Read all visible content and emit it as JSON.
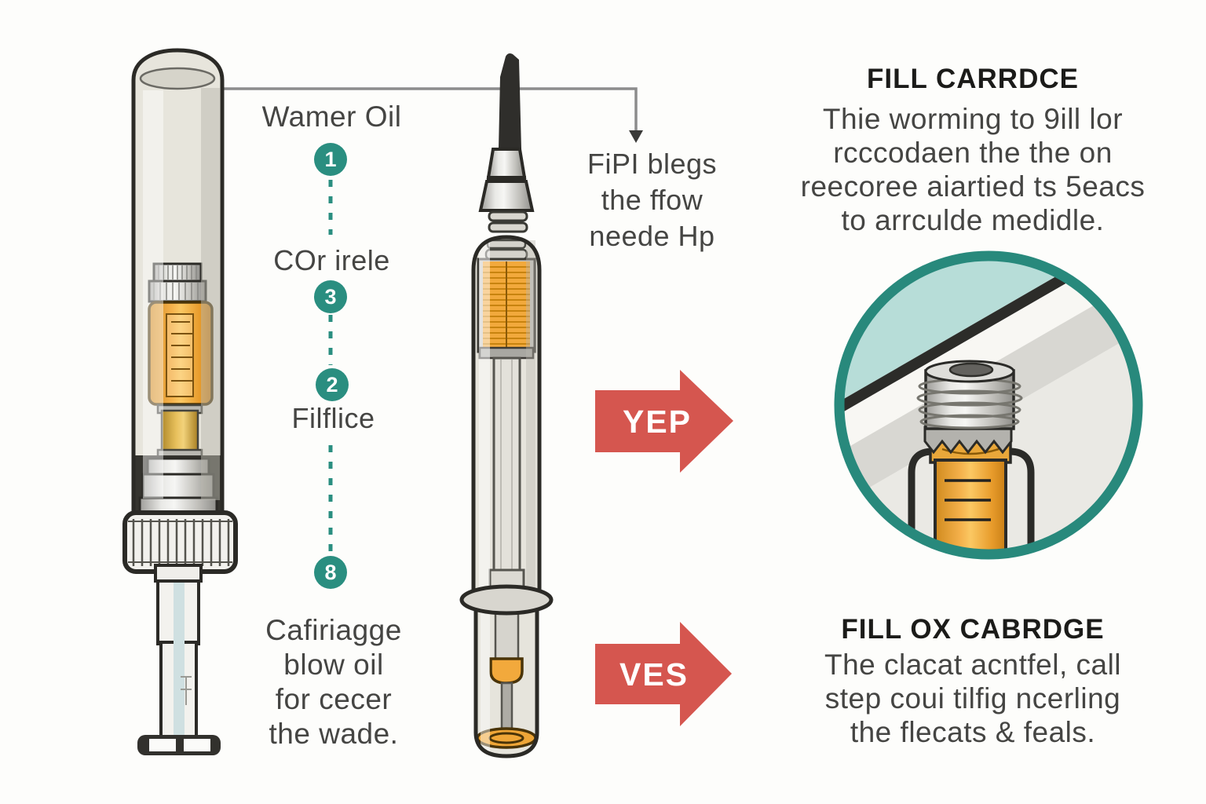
{
  "palette": {
    "background": "#fdfdfb",
    "teal": "#2a8e80",
    "teal_light": "#b7ddd8",
    "red_arrow": "#d5564f",
    "body_text": "#454543",
    "heading_text": "#1b1b19",
    "connector_grey": "#8c8c8c",
    "oil_orange": "#f2a93c",
    "metal_silver": "#c9c9c5",
    "glass_grey": "#e6e4dc",
    "outline_dark": "#2b2a26"
  },
  "left_column": {
    "title": "Wamer Oil",
    "step1_badge": "1",
    "step2_label": "COr irele",
    "step2_badge": "3",
    "step3_badge": "2",
    "step3_label": "Filflice",
    "step4_badge": "8",
    "step4_lines": [
      "Cafiriagge",
      "blow oil",
      "for cecer",
      "the wade."
    ]
  },
  "syringe_label": {
    "lines": [
      "FiPI blegs",
      "the ffow",
      "neede Hp"
    ]
  },
  "arrows": [
    {
      "label": "YEP"
    },
    {
      "label": "VES"
    }
  ],
  "info_top": {
    "heading": "FILL CARRDCE",
    "lines": [
      "Thie worming to 9ill lor",
      "rcccodaen the the on",
      "reecoree aiartied ts 5eacs",
      "to arrculde medidle."
    ]
  },
  "info_bottom": {
    "heading": "FILL OX CABRDGE",
    "lines": [
      "The clacat acntfel, call",
      "step coui tilfig ncerling",
      "the flecats & feals."
    ]
  }
}
